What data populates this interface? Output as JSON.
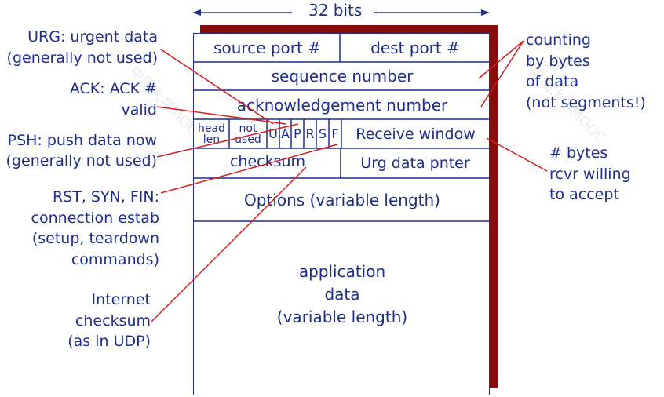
{
  "width_label": "32 bits",
  "segment": {
    "source_port": "source port #",
    "dest_port": "dest port #",
    "sequence_number": "sequence number",
    "ack_number": "acknowledgement number",
    "head_len_line1": "head",
    "head_len_line2": "len",
    "not_used_line1": "not",
    "not_used_line2": "used",
    "flags": [
      "U",
      "A",
      "P",
      "R",
      "S",
      "F"
    ],
    "receive_window": "Receive window",
    "checksum": "checksum",
    "urg_pointer": "Urg data pnter",
    "options": "Options (variable length)",
    "app_data": [
      "application",
      "data",
      "(variable length)"
    ]
  },
  "annotations": {
    "urg": [
      "URG: urgent data",
      "(generally not used)"
    ],
    "ack": [
      "ACK: ACK #",
      "valid"
    ],
    "psh": [
      "PSH: push data now",
      "(generally not used)"
    ],
    "rst": [
      "RST, SYN, FIN:",
      "connection estab",
      "(setup, teardown",
      "commands)"
    ],
    "checksum": [
      "Internet",
      "checksum",
      "(as in UDP)"
    ],
    "counting": [
      "counting",
      "by bytes",
      "of data",
      "(not segments!)"
    ],
    "bytes": [
      "# bytes",
      "rcvr willing",
      "to accept"
    ]
  },
  "colors": {
    "text": "#1f2e8a",
    "shadow": "#8b0a0a",
    "line": "#d81b1b",
    "box_border": "#1f2e8a"
  }
}
